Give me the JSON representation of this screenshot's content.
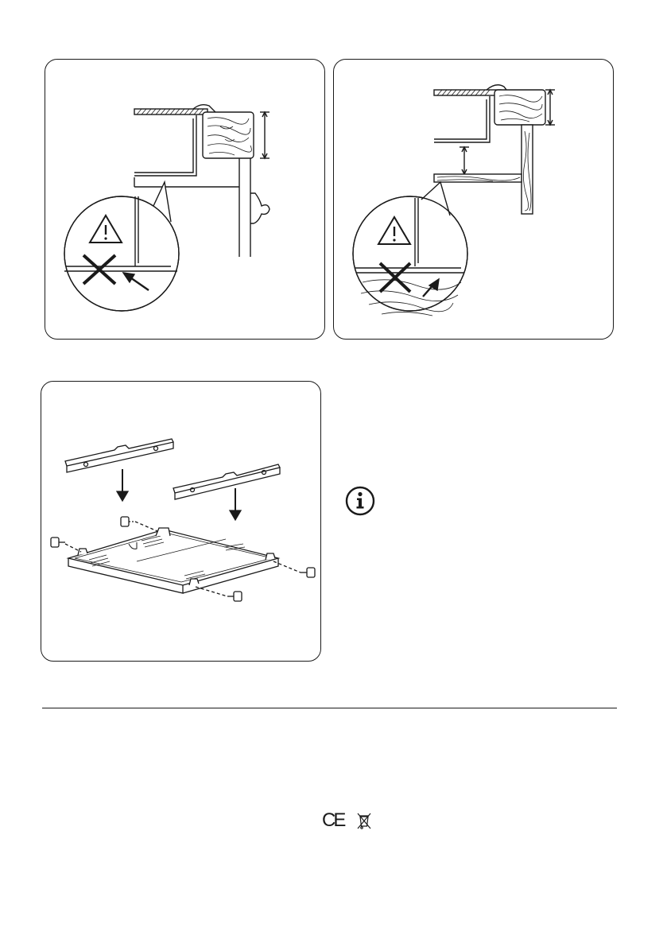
{
  "figures": [
    {
      "id": "fig1",
      "name": "hob-install-worktop-clearance",
      "warning_icon": "warning-triangle-icon",
      "forbidden_icon": "cross-mark-icon"
    },
    {
      "id": "fig2",
      "name": "hob-install-shelf-clearance",
      "warning_icon": "warning-triangle-icon",
      "forbidden_icon": "cross-mark-icon"
    },
    {
      "id": "fig3",
      "name": "protection-box-bracket-assembly",
      "icons": [
        "down-arrow-icon",
        "screw-icon"
      ]
    }
  ],
  "info_icon": "info-icon",
  "compliance": {
    "ce_mark": "CE",
    "weee_icon": "crossed-bin-icon"
  }
}
